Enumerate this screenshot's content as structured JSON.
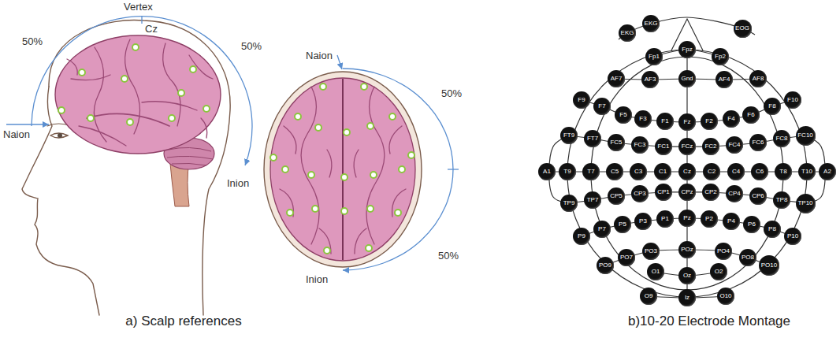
{
  "diagram": {
    "nodes": [
      {
        "text": [
          "EKG"
        ]
      },
      {
        "text": [
          "EKG"
        ]
      },
      {
        "text": [
          "EOG"
        ]
      },
      {
        "text": [
          "Fp1"
        ]
      },
      {
        "text": [
          "Fpz"
        ]
      },
      {
        "text": [
          "Fp2"
        ]
      },
      {
        "text": [
          "AF7"
        ]
      },
      {
        "text": [
          "AF3"
        ]
      },
      {
        "text": [
          "Gnd"
        ]
      },
      {
        "text": [
          "AF4"
        ]
      },
      {
        "text": [
          "AF8"
        ]
      },
      {
        "text": [
          "F9"
        ]
      },
      {
        "text": [
          "F7"
        ]
      },
      {
        "text": [
          "F5"
        ]
      },
      {
        "text": [
          "F3"
        ]
      },
      {
        "text": [
          "F1"
        ]
      },
      {
        "text": [
          "Fz"
        ]
      },
      {
        "text": [
          "F2"
        ]
      },
      {
        "text": [
          "F4"
        ]
      },
      {
        "text": [
          "F6"
        ]
      },
      {
        "text": [
          "F8"
        ]
      },
      {
        "text": [
          "F10"
        ]
      },
      {
        "text": [
          "FT9"
        ]
      },
      {
        "text": [
          "FT7"
        ]
      },
      {
        "text": [
          "FC5"
        ]
      },
      {
        "text": [
          "FC3"
        ]
      },
      {
        "text": [
          "FC1"
        ]
      },
      {
        "text": [
          "FCz"
        ]
      },
      {
        "text": [
          "FC2"
        ]
      },
      {
        "text": [
          "FC4"
        ]
      },
      {
        "text": [
          "FC6"
        ]
      },
      {
        "text": [
          "FC8"
        ]
      },
      {
        "text": [
          "FC10"
        ]
      },
      {
        "text": [
          "A1"
        ]
      },
      {
        "text": [
          "T9"
        ]
      },
      {
        "text": [
          "T7"
        ]
      },
      {
        "text": [
          "C5"
        ]
      },
      {
        "text": [
          "C3"
        ]
      },
      {
        "text": [
          "C1"
        ]
      },
      {
        "text": [
          "Cz"
        ]
      },
      {
        "text": [
          "C2"
        ]
      },
      {
        "text": [
          "C4"
        ]
      },
      {
        "text": [
          "C6"
        ]
      },
      {
        "text": [
          "T8"
        ]
      },
      {
        "text": [
          "T10"
        ]
      },
      {
        "text": [
          "A2"
        ]
      },
      {
        "text": [
          "TP9"
        ]
      },
      {
        "text": [
          "TP7"
        ]
      },
      {
        "text": [
          "CP5"
        ]
      },
      {
        "text": [
          "CP3"
        ]
      },
      {
        "text": [
          "CP1"
        ]
      },
      {
        "text": [
          "CPz"
        ]
      },
      {
        "text": [
          "CP2"
        ]
      },
      {
        "text": [
          "CP4"
        ]
      },
      {
        "text": [
          "CP6"
        ]
      },
      {
        "text": [
          "TP8"
        ]
      },
      {
        "text": [
          "TP10"
        ]
      },
      {
        "text": [
          "P9"
        ]
      },
      {
        "text": [
          "P7"
        ]
      },
      {
        "text": [
          "P5"
        ]
      },
      {
        "text": [
          "P3"
        ]
      },
      {
        "text": [
          "P1"
        ]
      },
      {
        "text": [
          "Pz"
        ]
      },
      {
        "text": [
          "P2"
        ]
      },
      {
        "text": [
          "P4"
        ]
      },
      {
        "text": [
          "P6"
        ]
      },
      {
        "text": [
          "P8"
        ]
      },
      {
        "text": [
          "P10"
        ]
      },
      {
        "text": [
          "PO9"
        ]
      },
      {
        "text": [
          "PO7"
        ]
      },
      {
        "text": [
          "PO3"
        ]
      },
      {
        "text": [
          "POz"
        ]
      },
      {
        "text": [
          "PO4"
        ]
      },
      {
        "text": [
          "PO8"
        ]
      },
      {
        "text": [
          "PO10"
        ]
      },
      {
        "text": [
          "O1"
        ]
      },
      {
        "text": [
          "Oz"
        ]
      },
      {
        "text": [
          "O2"
        ]
      },
      {
        "text": [
          "O9"
        ]
      },
      {
        "text": [
          "Iz"
        ]
      },
      {
        "text": [
          "O10"
        ]
      }
    ],
    "labels": [
      "Vertex",
      "Cz",
      "50%",
      "50%",
      "Naion",
      "Inion",
      "Naion",
      "50%",
      "50%",
      "Inion",
      "a) Scalp references",
      "b)10-20 Electrode Montage"
    ]
  }
}
